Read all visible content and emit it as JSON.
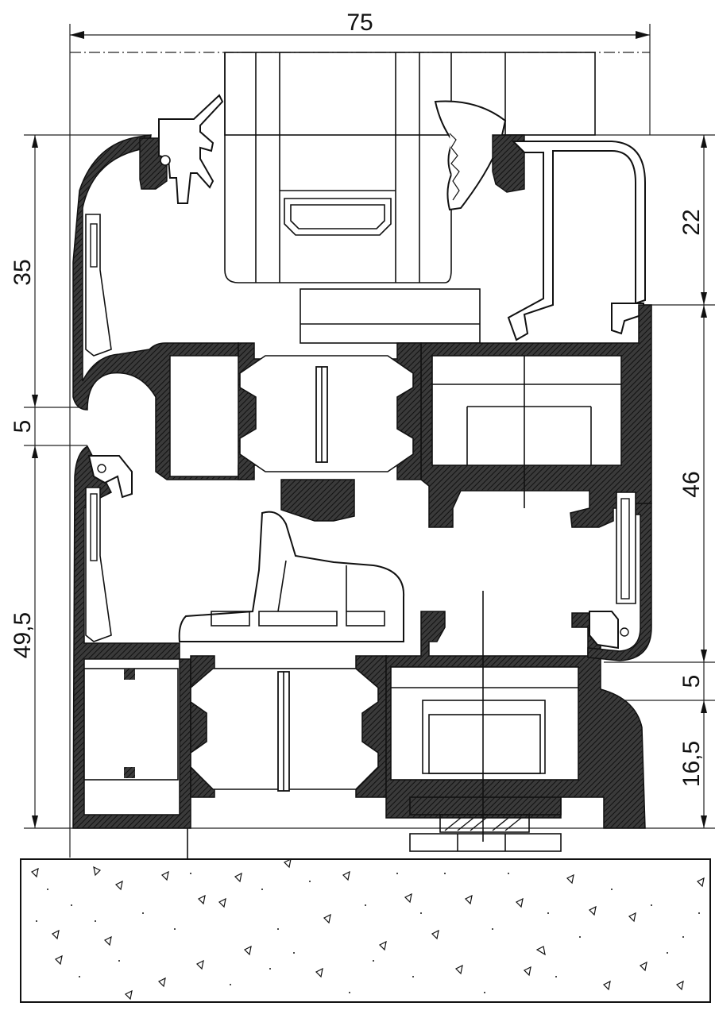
{
  "dimensions": {
    "top_width": "75",
    "left_upper": "35",
    "left_gap": "5",
    "left_lower": "49,5",
    "right_top": "22",
    "right_middle": "46",
    "right_gap": "5",
    "right_bottom": "16,5"
  }
}
